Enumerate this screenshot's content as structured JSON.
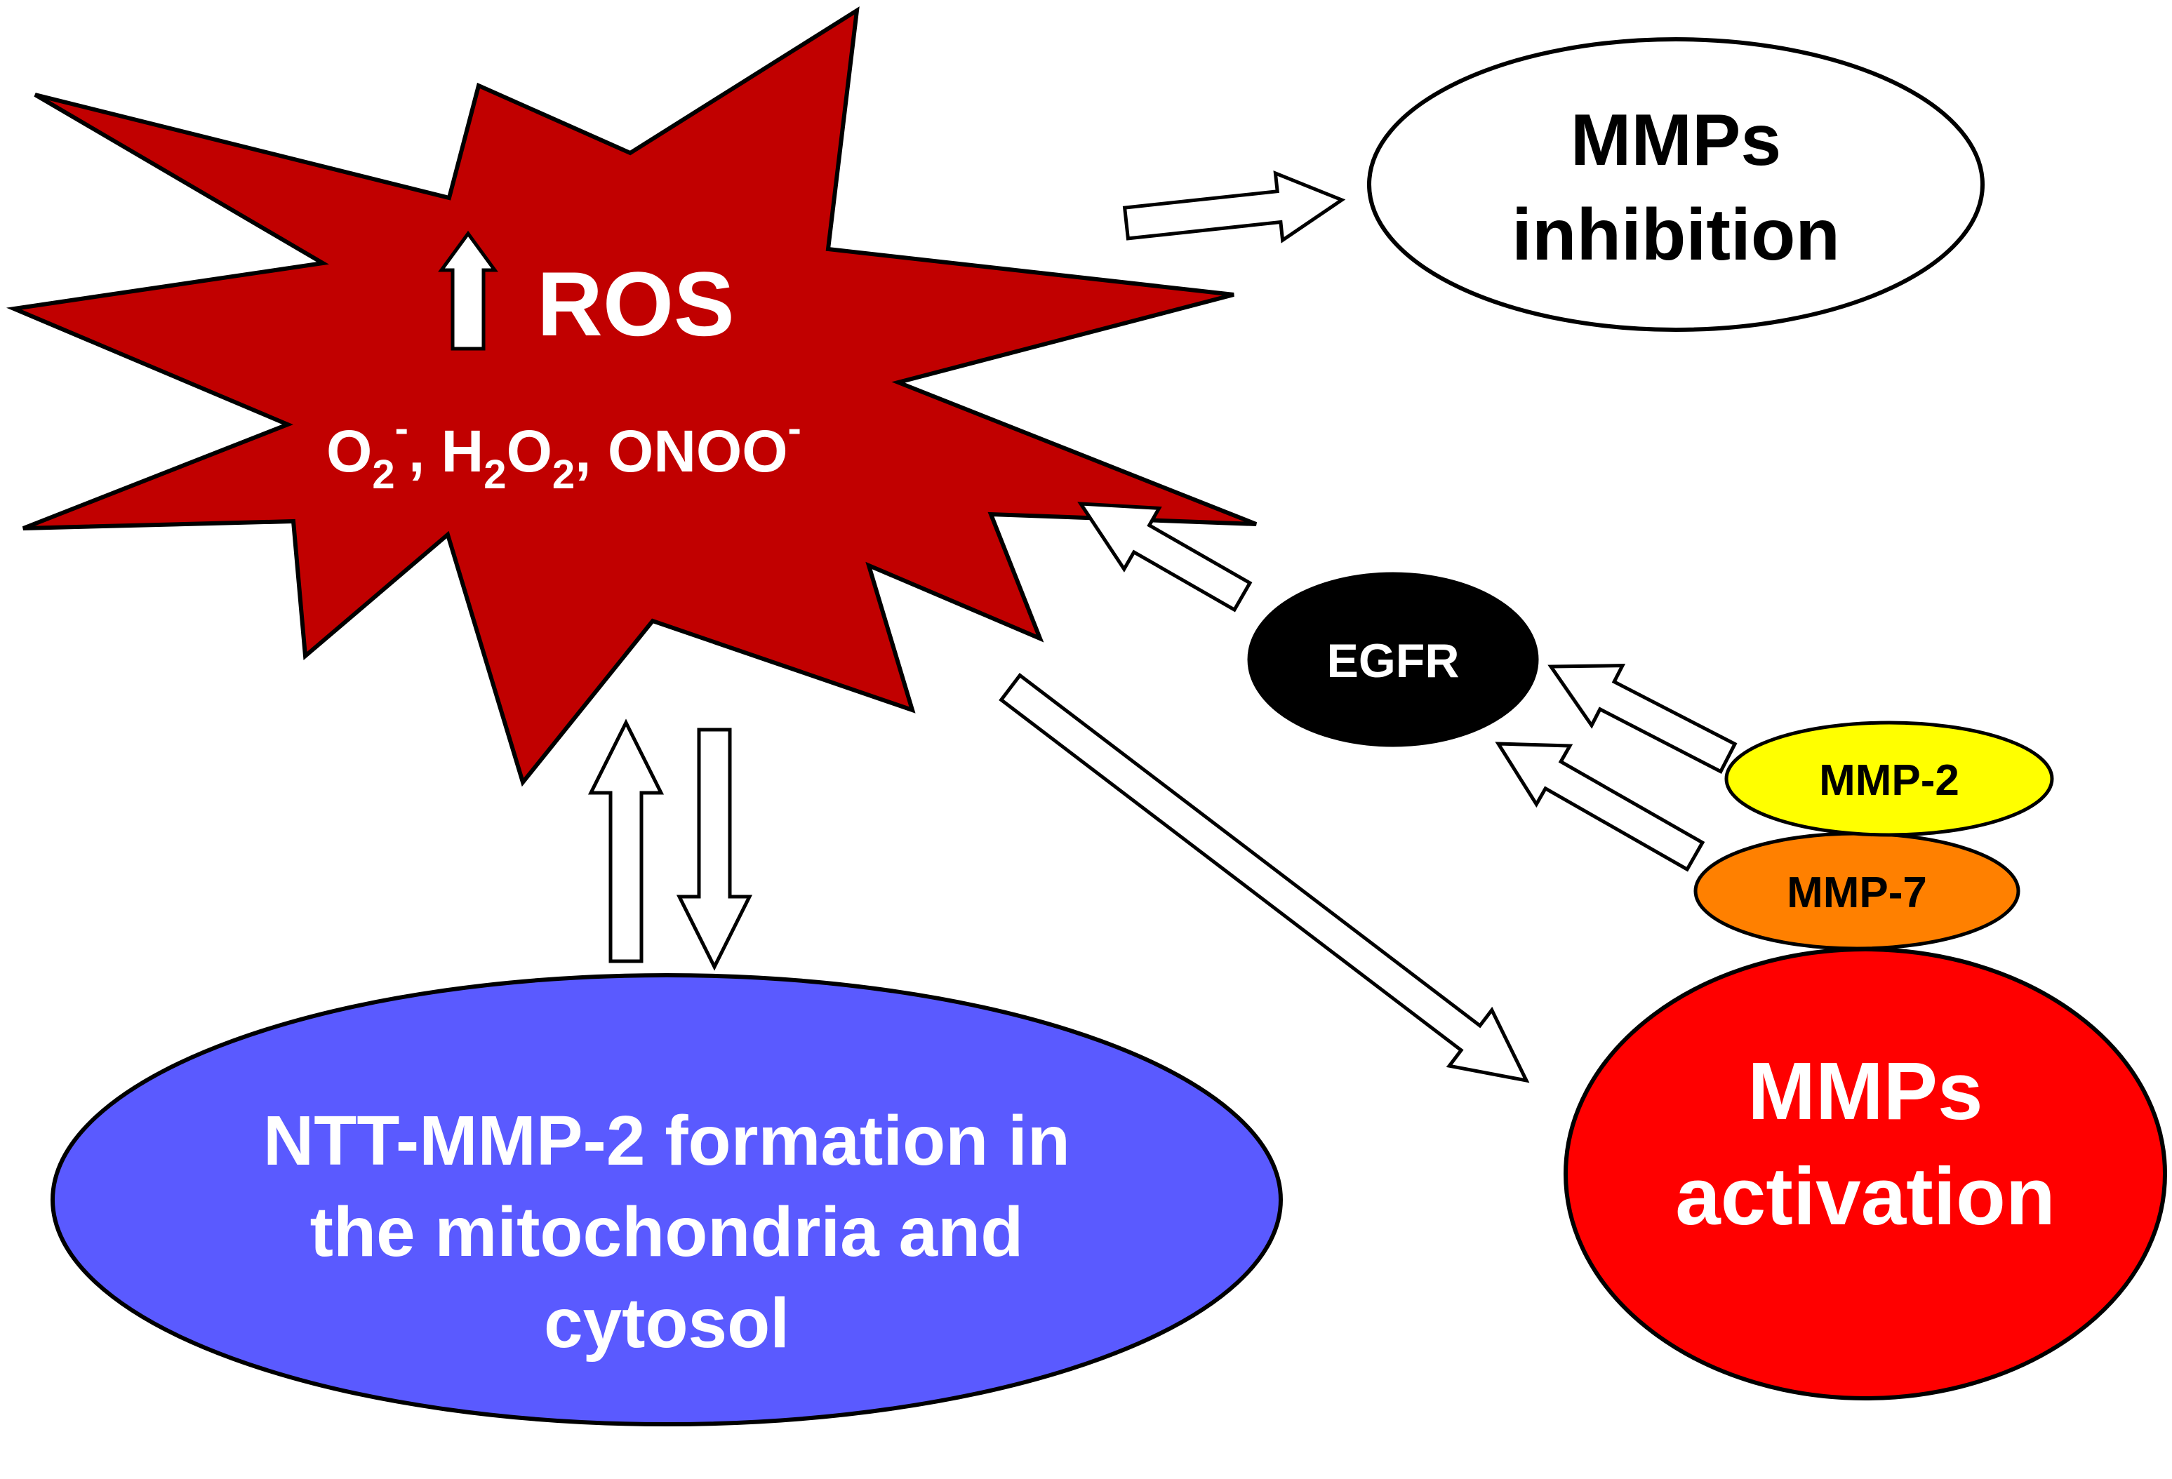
{
  "ros_burst": {
    "title": "ROS",
    "species": [
      {
        "base": "O",
        "sub": "2",
        "sup": "-",
        "sep": ", "
      },
      {
        "base": "H",
        "sub": "2",
        "base2": "O",
        "sub2": "2",
        "sep": ", "
      },
      {
        "base": "ONOO",
        "sup": "-",
        "sep": ""
      }
    ]
  },
  "inhibition_node": {
    "line1": "MMPs",
    "line2": "inhibition"
  },
  "egfr_node": {
    "label": "EGFR"
  },
  "mmp2_node": {
    "label": "MMP-2"
  },
  "mmp7_node": {
    "label": "MMP-7"
  },
  "activation_node": {
    "line1": "MMPs",
    "line2": "activation"
  },
  "ntt_node": {
    "line1": "NTT-MMP-2 formation in",
    "line2": "the mitochondria and",
    "line3": "cytosol"
  },
  "colors": {
    "ros_fill": "#c10000",
    "inhibition_fill": "#ffffff",
    "egfr_fill": "#000000",
    "mmp2_fill": "#ffff00",
    "mmp7_fill": "#ff8000",
    "activation_fill": "#ff0000",
    "ntt_fill": "#5a5aff",
    "arrow_fill": "#ffffff",
    "stroke": "#000000"
  }
}
